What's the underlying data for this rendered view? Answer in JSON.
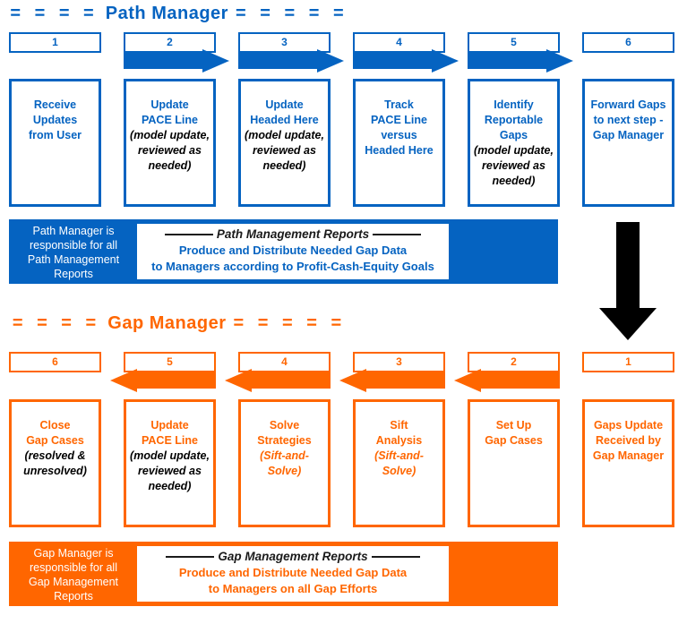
{
  "colors": {
    "path_blue": "#0563c1",
    "gap_orange": "#ff6600",
    "white": "#ffffff",
    "black": "#1a1a1a"
  },
  "path_section": {
    "heading_title": "Path Manager",
    "heading_eq_left": "= = = =",
    "heading_eq_right": "= = = = =",
    "steps": [
      {
        "number": "1",
        "title_lines": [
          "Receive",
          "Updates",
          "from User"
        ],
        "sub_lines": [],
        "sub_tinted": false,
        "has_arrow": false
      },
      {
        "number": "2",
        "title_lines": [
          "Update",
          "PACE Line"
        ],
        "sub_lines": [
          "(model update,",
          "reviewed as",
          "needed)"
        ],
        "sub_tinted": false,
        "has_arrow": true
      },
      {
        "number": "3",
        "title_lines": [
          "Update",
          "Headed Here"
        ],
        "sub_lines": [
          "(model update,",
          "reviewed as",
          "needed)"
        ],
        "sub_tinted": false,
        "has_arrow": true
      },
      {
        "number": "4",
        "title_lines": [
          "Track",
          "PACE Line",
          "versus",
          "Headed Here"
        ],
        "sub_lines": [],
        "sub_tinted": false,
        "has_arrow": true
      },
      {
        "number": "5",
        "title_lines": [
          "Identify",
          "Reportable",
          "Gaps"
        ],
        "sub_lines": [
          "(model update,",
          "reviewed as",
          "needed)"
        ],
        "sub_tinted": false,
        "has_arrow": true
      },
      {
        "number": "6",
        "title_lines": [
          "Forward Gaps",
          "to next step -",
          "Gap Manager"
        ],
        "sub_lines": [],
        "sub_tinted": false,
        "has_arrow": false
      }
    ],
    "banner": {
      "left_text_lines": [
        "Path Manager is",
        "responsible for all",
        "Path Management",
        "Reports"
      ],
      "report_title": "Path Management Reports",
      "report_lines": [
        "Produce and Distribute Needed Gap Data",
        "to Managers according to Profit-Cash-Equity Goals"
      ]
    }
  },
  "handoff": {
    "icon": "down-arrow-icon"
  },
  "gap_section": {
    "heading_title": "Gap Manager",
    "heading_eq_left": "= = = =",
    "heading_eq_right": "= = = = =",
    "steps": [
      {
        "number": "6",
        "title_lines": [
          "Close",
          "Gap Cases"
        ],
        "sub_lines": [
          "(resolved &",
          "unresolved)"
        ],
        "sub_tinted": false,
        "has_arrow": false
      },
      {
        "number": "5",
        "title_lines": [
          "Update",
          "PACE Line"
        ],
        "sub_lines": [
          "(model update,",
          "reviewed as",
          "needed)"
        ],
        "sub_tinted": false,
        "has_arrow": true
      },
      {
        "number": "4",
        "title_lines": [
          "Solve",
          "Strategies"
        ],
        "sub_lines": [
          "(Sift-and-",
          "Solve)"
        ],
        "sub_tinted": true,
        "has_arrow": true
      },
      {
        "number": "3",
        "title_lines": [
          "Sift",
          "Analysis"
        ],
        "sub_lines": [
          "(Sift-and-",
          "Solve)"
        ],
        "sub_tinted": true,
        "has_arrow": true
      },
      {
        "number": "2",
        "title_lines": [
          "Set Up",
          "Gap Cases"
        ],
        "sub_lines": [],
        "sub_tinted": false,
        "has_arrow": true
      },
      {
        "number": "1",
        "title_lines": [
          "Gaps Update",
          "Received by",
          "Gap Manager"
        ],
        "sub_lines": [],
        "sub_tinted": false,
        "has_arrow": false
      }
    ],
    "banner": {
      "left_text_lines": [
        "Gap Manager is",
        "responsible for all",
        "Gap Management",
        "Reports"
      ],
      "report_title": "Gap Management Reports",
      "report_lines": [
        "Produce and Distribute Needed Gap Data",
        "to Managers on all Gap Efforts"
      ]
    }
  }
}
